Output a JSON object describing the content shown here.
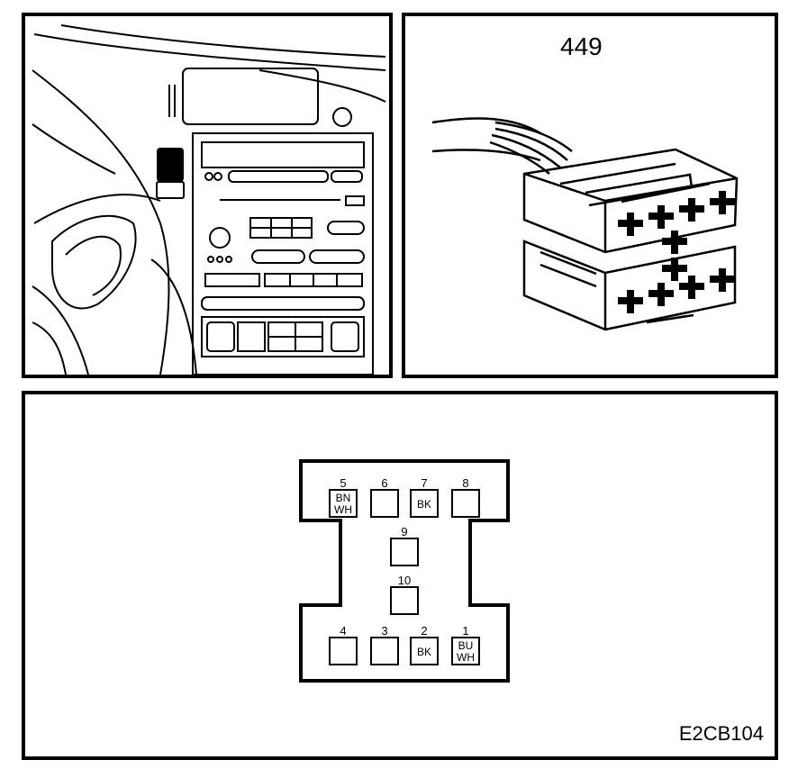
{
  "panels": {
    "location": {
      "description_icon": "dashboard-radio-icon"
    },
    "connector": {
      "number": "449"
    },
    "pinout": {
      "code": "E2CB104",
      "pins": [
        {
          "num": "5",
          "color1": "BN",
          "color2": "WH"
        },
        {
          "num": "6",
          "color1": "",
          "color2": ""
        },
        {
          "num": "7",
          "color1": "BK",
          "color2": ""
        },
        {
          "num": "8",
          "color1": "",
          "color2": ""
        },
        {
          "num": "9",
          "color1": "",
          "color2": ""
        },
        {
          "num": "10",
          "color1": "",
          "color2": ""
        },
        {
          "num": "4",
          "color1": "",
          "color2": ""
        },
        {
          "num": "3",
          "color1": "",
          "color2": ""
        },
        {
          "num": "2",
          "color1": "BK",
          "color2": ""
        },
        {
          "num": "1",
          "color1": "BU",
          "color2": "WH"
        }
      ]
    }
  }
}
